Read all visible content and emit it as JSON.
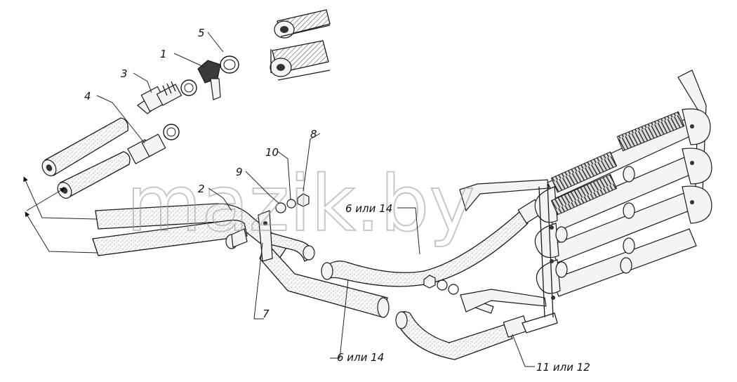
{
  "watermark": "mazik.by",
  "callouts": {
    "c1": "1",
    "c2": "2",
    "c3": "3",
    "c4": "4",
    "c5": "5",
    "c6a": "6 или 14",
    "c6b": "6 или 14",
    "c7": "7",
    "c8": "8",
    "c9": "9",
    "c10": "10",
    "c11": "11 или 12"
  },
  "colors": {
    "line": "#1a1a1a",
    "watermark": "#9a9a9a"
  }
}
